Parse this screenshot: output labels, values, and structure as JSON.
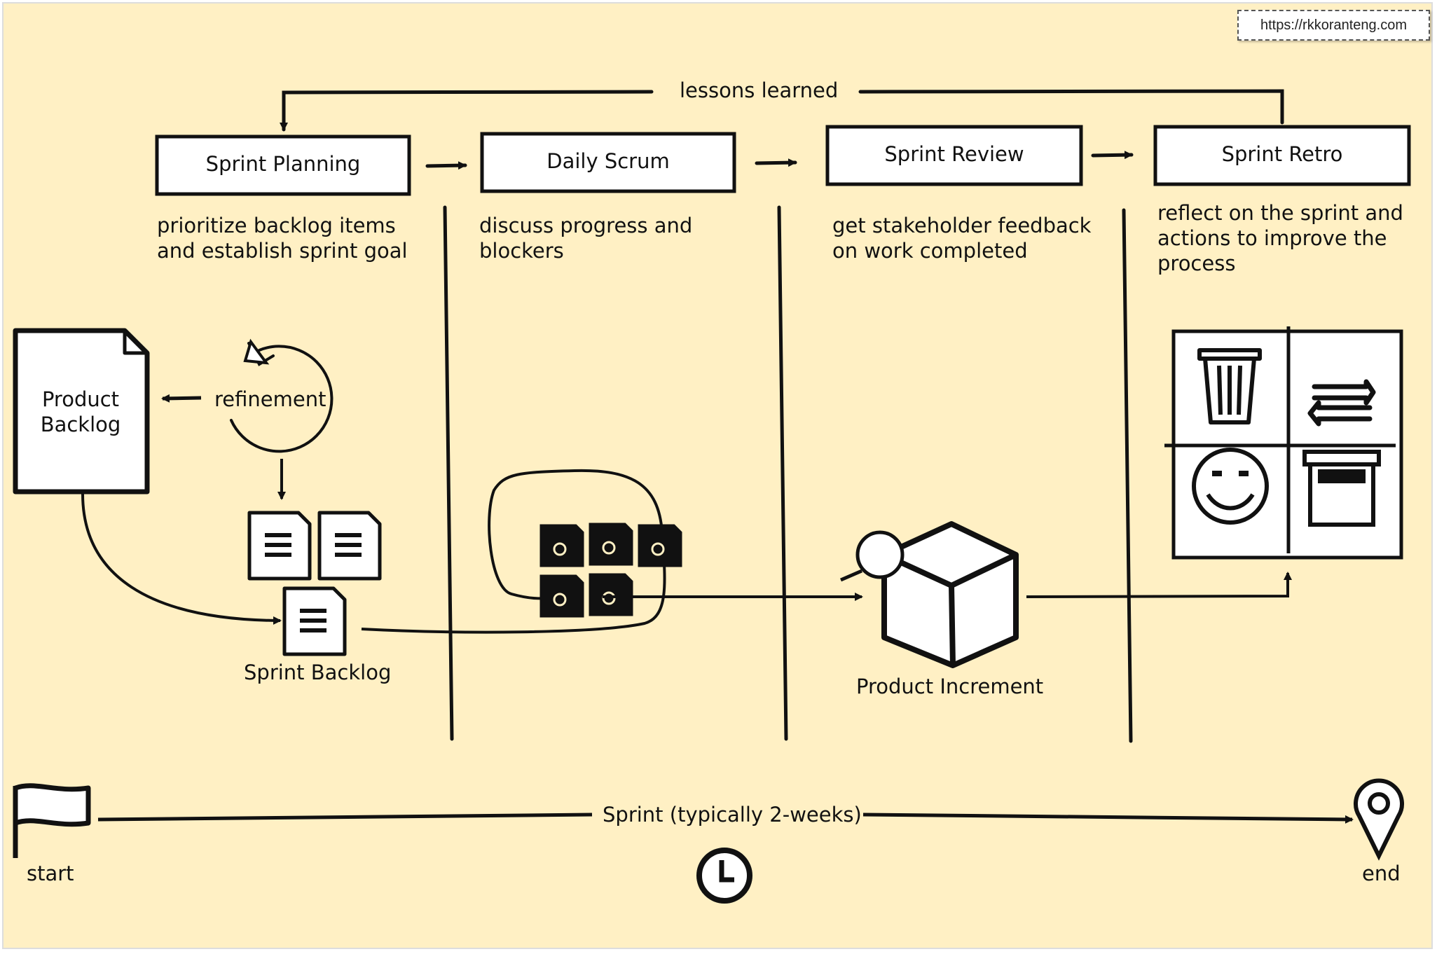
{
  "url_badge": "https://rkkoranteng.com",
  "lessons_label": "lessons learned",
  "stages": [
    {
      "title": "Sprint Planning",
      "desc": "prioritize backlog items and establish sprint goal"
    },
    {
      "title": "Daily Scrum",
      "desc": "discuss progress and blockers"
    },
    {
      "title": "Sprint Review",
      "desc": "get stakeholder feedback on work completed"
    },
    {
      "title": "Sprint Retro",
      "desc": "reflect on the sprint and actions to improve the process"
    }
  ],
  "product_backlog": "Product Backlog",
  "refinement": "refinement",
  "sprint_backlog": "Sprint Backlog",
  "product_increment": "Product Increment",
  "timeline": {
    "label": "Sprint (typically 2-weeks)",
    "start": "start",
    "end": "end"
  },
  "icons": [
    "flag-icon",
    "clock-icon",
    "location-pin-icon",
    "trash-icon",
    "swap-arrows-icon",
    "smiley-icon",
    "archive-box-icon",
    "document-icon",
    "gear-document-icon",
    "cube-icon",
    "magnifier-icon",
    "cycle-arrow-icon"
  ],
  "colors": {
    "background": "#FFF0C4",
    "ink": "#111111",
    "box_fill": "#FFFFFF"
  }
}
